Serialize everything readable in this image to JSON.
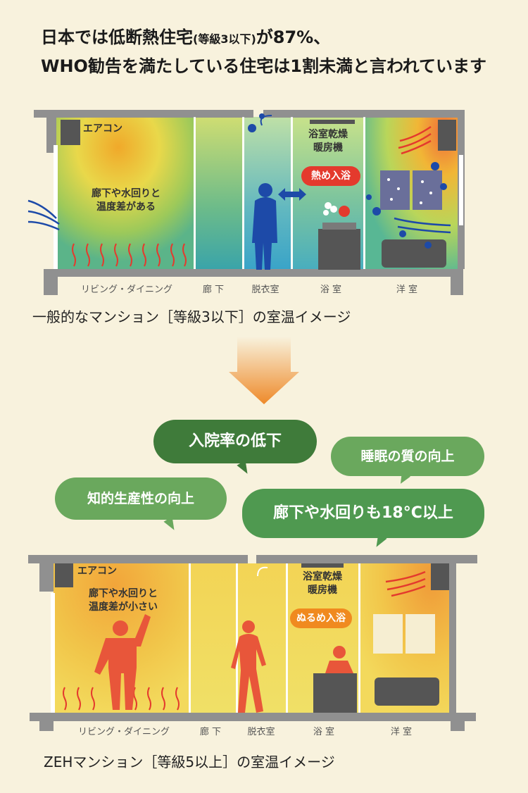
{
  "title": {
    "line1_main": "日本では低断熱住宅",
    "line1_paren": "(等級3以下)",
    "line1_tail": "が87%、",
    "line2": "WHO勧告を満たしている住宅は1割未満と言われています"
  },
  "top_diagram": {
    "aircon": "エアコン",
    "note_line1": "廊下や水回りと",
    "note_line2": "温度差がある",
    "bath_dryer_line1": "浴室乾燥",
    "bath_dryer_line2": "暖房機",
    "bath_callout": "熱め入浴",
    "rooms": [
      "リビング・ダイニング",
      "廊 下",
      "脱衣室",
      "浴 室",
      "洋 室"
    ],
    "caption": "一般的なマンション［等級3以下］の室温イメージ"
  },
  "benefits": {
    "b1": "入院率の低下",
    "b2": "睡眠の質の向上",
    "b3": "知的生産性の向上",
    "b4": "廊下や水回りも18°C以上"
  },
  "bottom_diagram": {
    "aircon": "エアコン",
    "note_line1": "廊下や水回りと",
    "note_line2": "温度差が小さい",
    "bath_dryer_line1": "浴室乾燥",
    "bath_dryer_line2": "暖房機",
    "bath_callout": "ぬるめ入浴",
    "rooms": [
      "リビング・ダイニング",
      "廊 下",
      "脱衣室",
      "浴 室",
      "洋 室"
    ],
    "caption": "ZEHマンション［等級5以上］の室温イメージ"
  },
  "colors": {
    "background": "#f8f2dd",
    "green_dark": "#3f7b3a",
    "green_mid": "#4f9950",
    "green_light": "#6aa85d",
    "hot_red": "#e43a2d",
    "warm_orange": "#f08a1f",
    "cold_blue": "#1d4aa8"
  }
}
